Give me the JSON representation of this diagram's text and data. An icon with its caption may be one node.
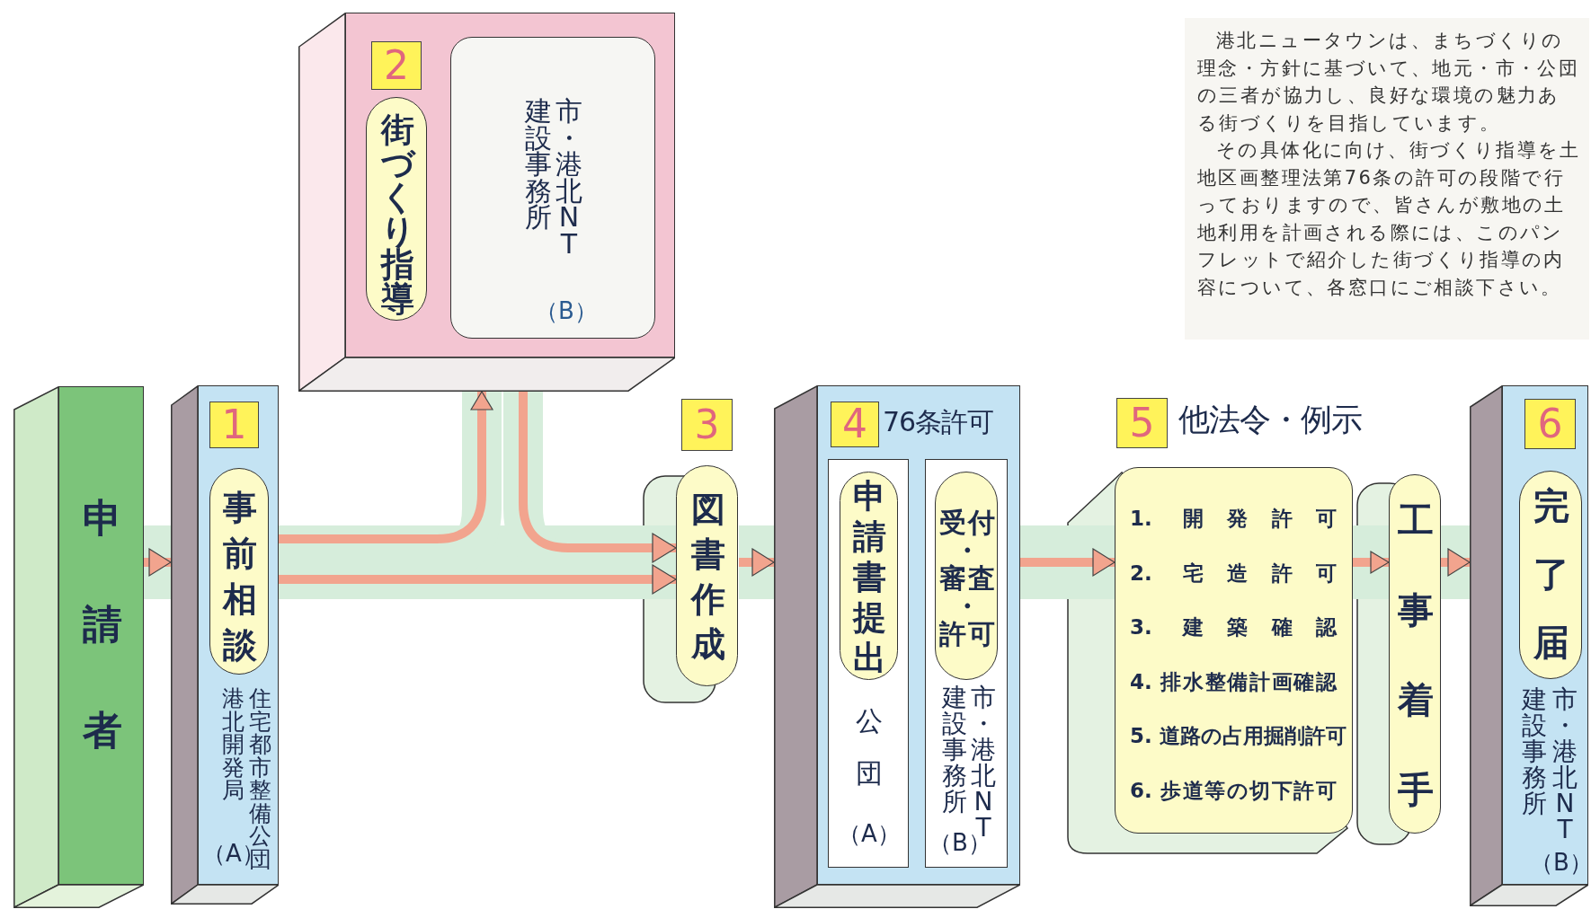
{
  "diagram": {
    "nodes": [
      {
        "text": [
          "申請者"
        ]
      },
      {
        "text": [
          "1",
          "港北開発局",
          "住宅都市整備公団",
          "（A）"
        ]
      },
      {
        "text": [
          "事前相談"
        ],
        "in": 1
      },
      {
        "text": [
          "2"
        ]
      },
      {
        "text": [
          "街づくり指導"
        ],
        "in": 3
      },
      {
        "text": [
          "建設事務所",
          "市・港北NT",
          "（B）"
        ],
        "in": 3
      },
      {
        "text": [
          "3",
          "図書作成"
        ]
      },
      {
        "text": [
          "4",
          "76条許可"
        ]
      },
      {
        "text": [
          "公団",
          "（A）"
        ],
        "in": 7
      },
      {
        "text": [
          "申請書提出"
        ],
        "in": 8
      },
      {
        "text": [
          "建設事務所",
          "市・港北NT",
          "（B）"
        ],
        "in": 7
      },
      {
        "text": [
          "受付・審査・許可"
        ],
        "in": 10
      },
      {
        "text": [
          "5",
          "他法令・例示",
          "1. 開発許可",
          "2. 宅造許可",
          "3. 建築確認",
          "4. 排水整備計画確認",
          "5. 道路の占用掘削許可",
          "6. 歩道等の切下許可"
        ]
      },
      {
        "text": [
          "工事着手"
        ]
      },
      {
        "text": [
          "6",
          "建設事務所",
          "市・港北NT",
          "（B）"
        ]
      },
      {
        "text": [
          "完了届"
        ],
        "in": 14
      }
    ],
    "edges": [
      {
        "from": 0,
        "to": 1,
        "arrow": "to"
      },
      {
        "from": 1,
        "to": 6,
        "arrow": "to"
      },
      {
        "from": 1,
        "to": 3,
        "arrow": "to"
      },
      {
        "from": 3,
        "to": 6,
        "arrow": "to"
      },
      {
        "from": 6,
        "to": 7,
        "arrow": "to"
      },
      {
        "from": 7,
        "to": 12,
        "arrow": "to"
      },
      {
        "from": 12,
        "to": 13,
        "arrow": "to"
      },
      {
        "from": 13,
        "to": 14,
        "arrow": "to"
      }
    ],
    "labels": [
      "港北ニュータウンは、まちづくりの理念・方針に基づいて、地元・市・公団の三者が協力し、良好な環境の魅力ある街づくりを目指しています。",
      "その具体化に向け、街づくり指導を土地区画整理法第76条の許可の段階で行っておりますので、皆さんが敷地の土地利用を計画される際には、このパンフレットで紹介した街づくり指導の内容について、各窓口にご相談下さい。"
    ]
  }
}
